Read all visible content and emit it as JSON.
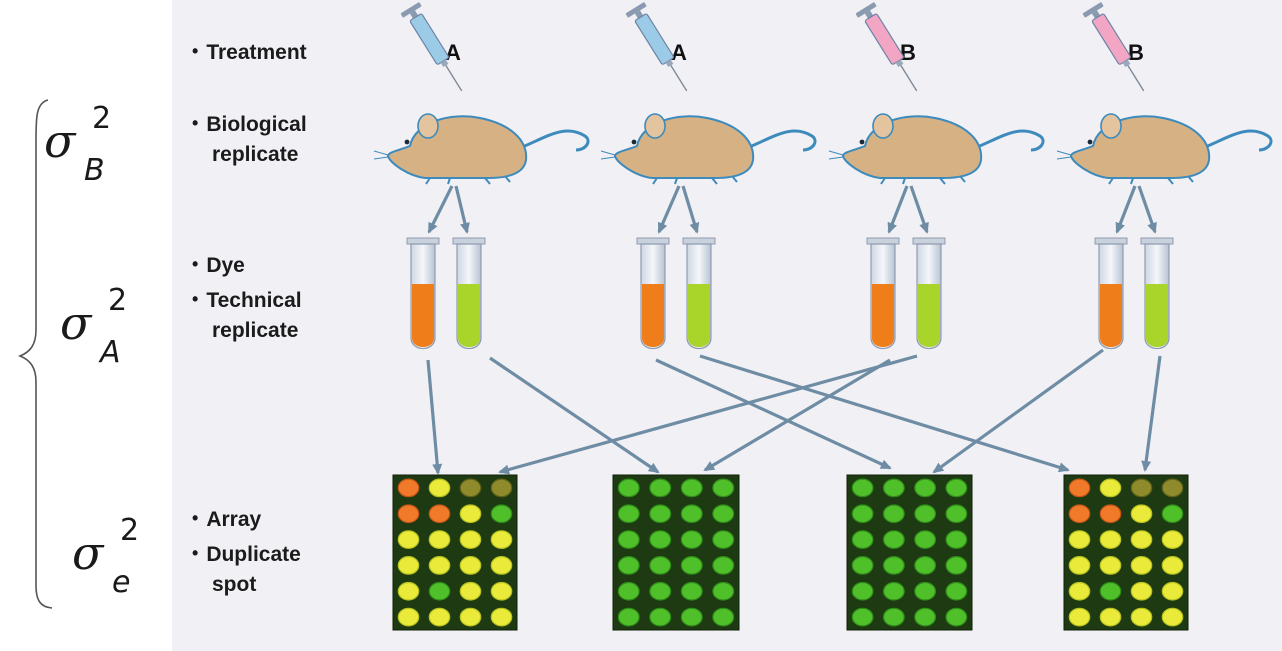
{
  "labels": {
    "treatment": "Treatment",
    "biological_line1": "Biological",
    "biological_line2": "replicate",
    "dye": "Dye",
    "technical_line1": "Technical",
    "technical_line2": "replicate",
    "array": "Array",
    "duplicate_line1": "Duplicate",
    "duplicate_line2": "spot",
    "bullet": "•"
  },
  "variance_components": [
    {
      "symbol": "σ",
      "sub": "B",
      "sup": "2"
    },
    {
      "symbol": "σ",
      "sub": "A",
      "sup": "2"
    },
    {
      "symbol": "σ",
      "sub": "e",
      "sup": "2"
    }
  ],
  "treatments": [
    "A",
    "A",
    "B",
    "B"
  ],
  "colors": {
    "panel_bg": "#f1f0f5",
    "arrow": "#6e8da4",
    "mouse_body": "#d6b184",
    "mouse_outline": "#3d8bbd",
    "syringe_A": "#9ccbe8",
    "syringe_B": "#f2a6c4",
    "dye_orange": "#ef7d1a",
    "dye_green": "#a9d42a",
    "array_bg": "#1d3a12"
  },
  "arrays": [
    [
      "orange",
      "yellow",
      "olive",
      "olive",
      "orange",
      "orange",
      "yellow",
      "green",
      "yellow",
      "yellow",
      "yellow",
      "yellow",
      "yellow",
      "yellow",
      "yellow",
      "yellow",
      "yellow",
      "green",
      "yellow",
      "yellow",
      "yellow",
      "yellow",
      "yellow",
      "yellow"
    ],
    [
      "green",
      "green",
      "green",
      "green",
      "green",
      "green",
      "green",
      "green",
      "green",
      "green",
      "green",
      "green",
      "green",
      "green",
      "green",
      "green",
      "green",
      "green",
      "green",
      "green",
      "green",
      "green",
      "green",
      "green"
    ],
    [
      "green",
      "green",
      "green",
      "green",
      "green",
      "green",
      "green",
      "green",
      "green",
      "green",
      "green",
      "green",
      "green",
      "green",
      "green",
      "green",
      "green",
      "green",
      "green",
      "green",
      "green",
      "green",
      "green",
      "green"
    ],
    [
      "orange",
      "yellow",
      "olive",
      "olive",
      "orange",
      "orange",
      "yellow",
      "green",
      "yellow",
      "yellow",
      "yellow",
      "yellow",
      "yellow",
      "yellow",
      "yellow",
      "yellow",
      "yellow",
      "green",
      "yellow",
      "yellow",
      "yellow",
      "yellow",
      "yellow",
      "yellow"
    ]
  ]
}
